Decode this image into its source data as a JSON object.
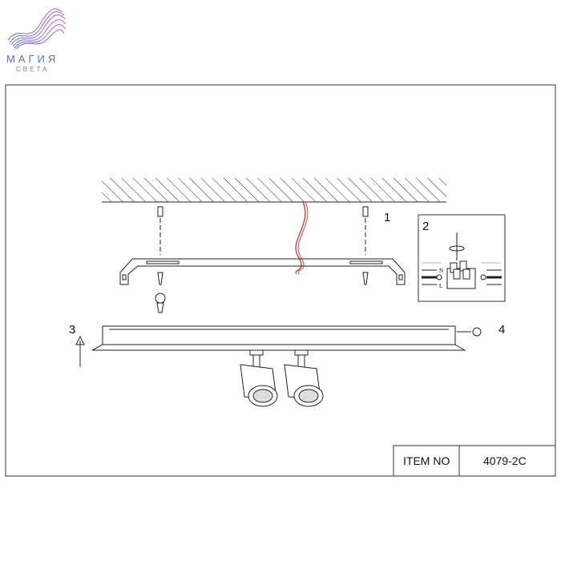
{
  "logo": {
    "title": "МАГИЯ",
    "subtitle": "СВЕТА"
  },
  "steps": {
    "s1": "1",
    "s2": "2",
    "s3": "3",
    "s4": "4"
  },
  "wiring": {
    "neutral": "N",
    "live": "L"
  },
  "title_block": {
    "item_label": "ITEM NO",
    "item_value": "4079-2C"
  },
  "colors": {
    "wire": "#c0504d",
    "line": "#222222",
    "logo_start": "#5b6fc4",
    "logo_end": "#c45bb5"
  }
}
